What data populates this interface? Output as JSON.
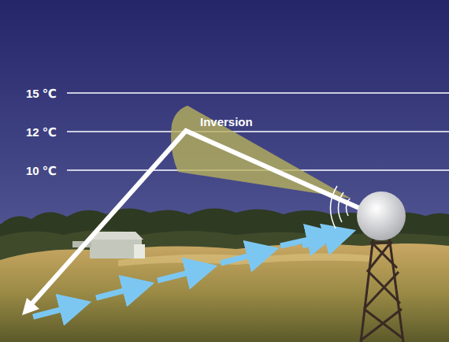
{
  "diagram": {
    "labels": [
      "15 ℃",
      "12 ℃",
      "10 ℃",
      "Inversion"
    ]
  }
}
